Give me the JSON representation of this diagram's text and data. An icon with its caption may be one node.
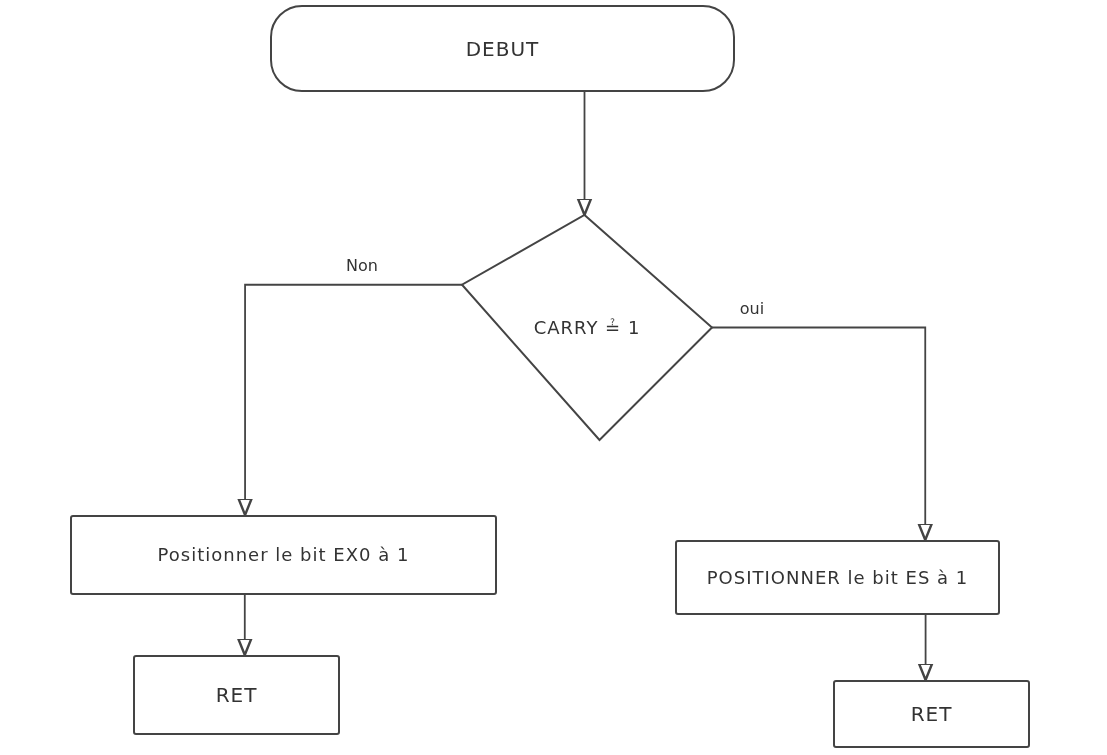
{
  "diagram": {
    "nodes": [
      {
        "text": [
          "DEBUT"
        ]
      },
      {
        "text": [
          "CARRY ≟ 1"
        ]
      },
      {
        "text": [
          "Positionner le bit EX0 à 1"
        ]
      },
      {
        "text": [
          "RET"
        ]
      },
      {
        "text": [
          "POSITIONNER le bit ES à 1"
        ]
      },
      {
        "text": [
          "RET"
        ]
      }
    ],
    "edges": [
      {
        "from": 0,
        "to": 1,
        "arrow": "to"
      },
      {
        "from": 1,
        "to": 2,
        "arrow": "to",
        "label": "Non"
      },
      {
        "from": 1,
        "to": 4,
        "arrow": "to",
        "label": "oui"
      },
      {
        "from": 2,
        "to": 3,
        "arrow": "to"
      },
      {
        "from": 4,
        "to": 5,
        "arrow": "to"
      }
    ]
  }
}
